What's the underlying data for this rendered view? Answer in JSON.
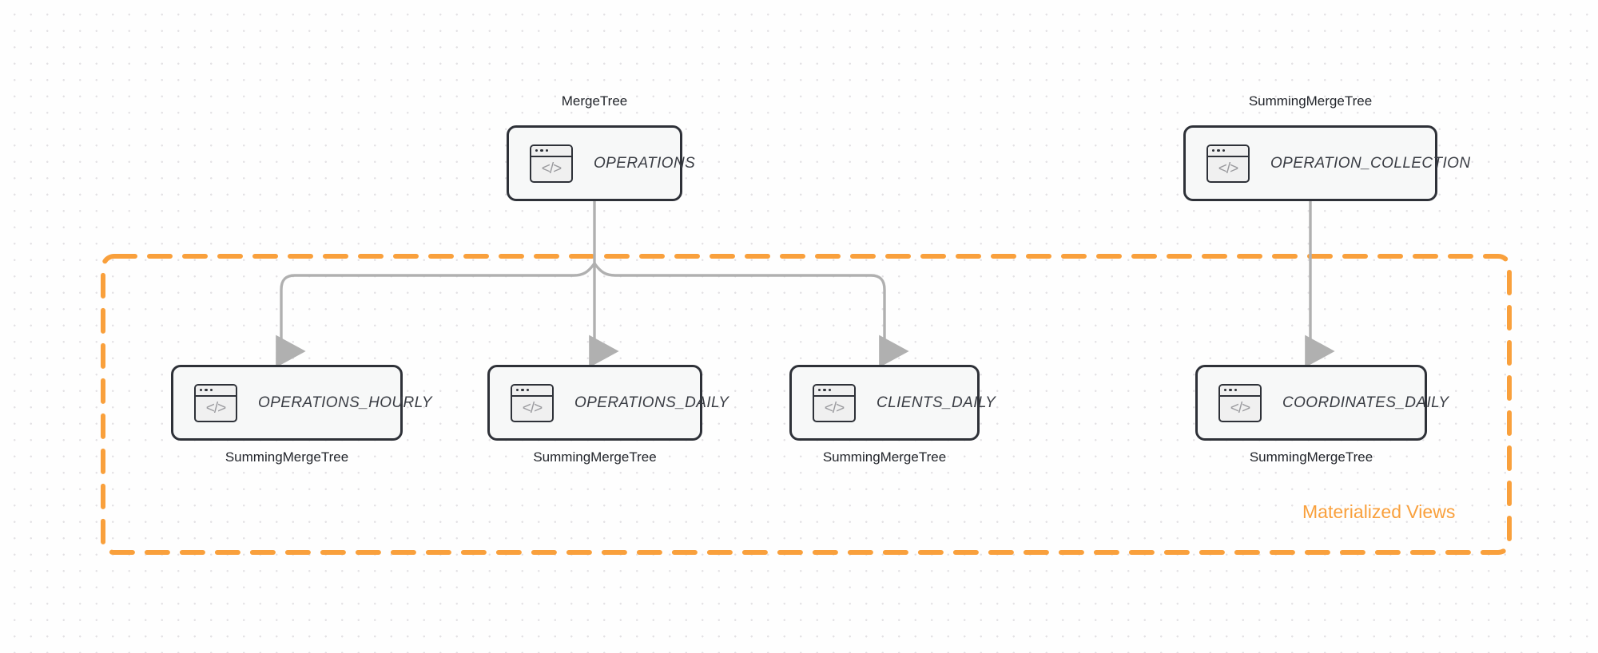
{
  "diagram": {
    "title": "ClickHouse table and materialized view lineage",
    "background_color": "#fefefe",
    "grid_dot_color": "#e3e1e4"
  },
  "group": {
    "label": "Materialized Views",
    "color": "#f9a03c",
    "border_style": "dashed"
  },
  "edge": {
    "color": "#b0b0b0",
    "arrowhead": "triangle-down"
  },
  "nodes": [
    {
      "id": "operations",
      "name": "OPERATIONS",
      "engine": "MergeTree",
      "engine_position": "above",
      "icon": "code-window-icon"
    },
    {
      "id": "operation_collection",
      "name": "OPERATION_COLLECTION",
      "engine": "SummingMergeTree",
      "engine_position": "above",
      "icon": "code-window-icon"
    },
    {
      "id": "operations_hourly",
      "name": "OPERATIONS_HOURLY",
      "engine": "SummingMergeTree",
      "engine_position": "below",
      "icon": "code-window-icon"
    },
    {
      "id": "operations_daily",
      "name": "OPERATIONS_DAILY",
      "engine": "SummingMergeTree",
      "engine_position": "below",
      "icon": "code-window-icon"
    },
    {
      "id": "clients_daily",
      "name": "CLIENTS_DAILY",
      "engine": "SummingMergeTree",
      "engine_position": "below",
      "icon": "code-window-icon"
    },
    {
      "id": "coordinates_daily",
      "name": "COORDINATES_DAILY",
      "engine": "SummingMergeTree",
      "engine_position": "below",
      "icon": "code-window-icon"
    }
  ],
  "edges": [
    {
      "from": "operations",
      "to": "operations_hourly"
    },
    {
      "from": "operations",
      "to": "operations_daily"
    },
    {
      "from": "operations",
      "to": "clients_daily"
    },
    {
      "from": "operation_collection",
      "to": "coordinates_daily"
    }
  ],
  "icon_glyph": "</>"
}
